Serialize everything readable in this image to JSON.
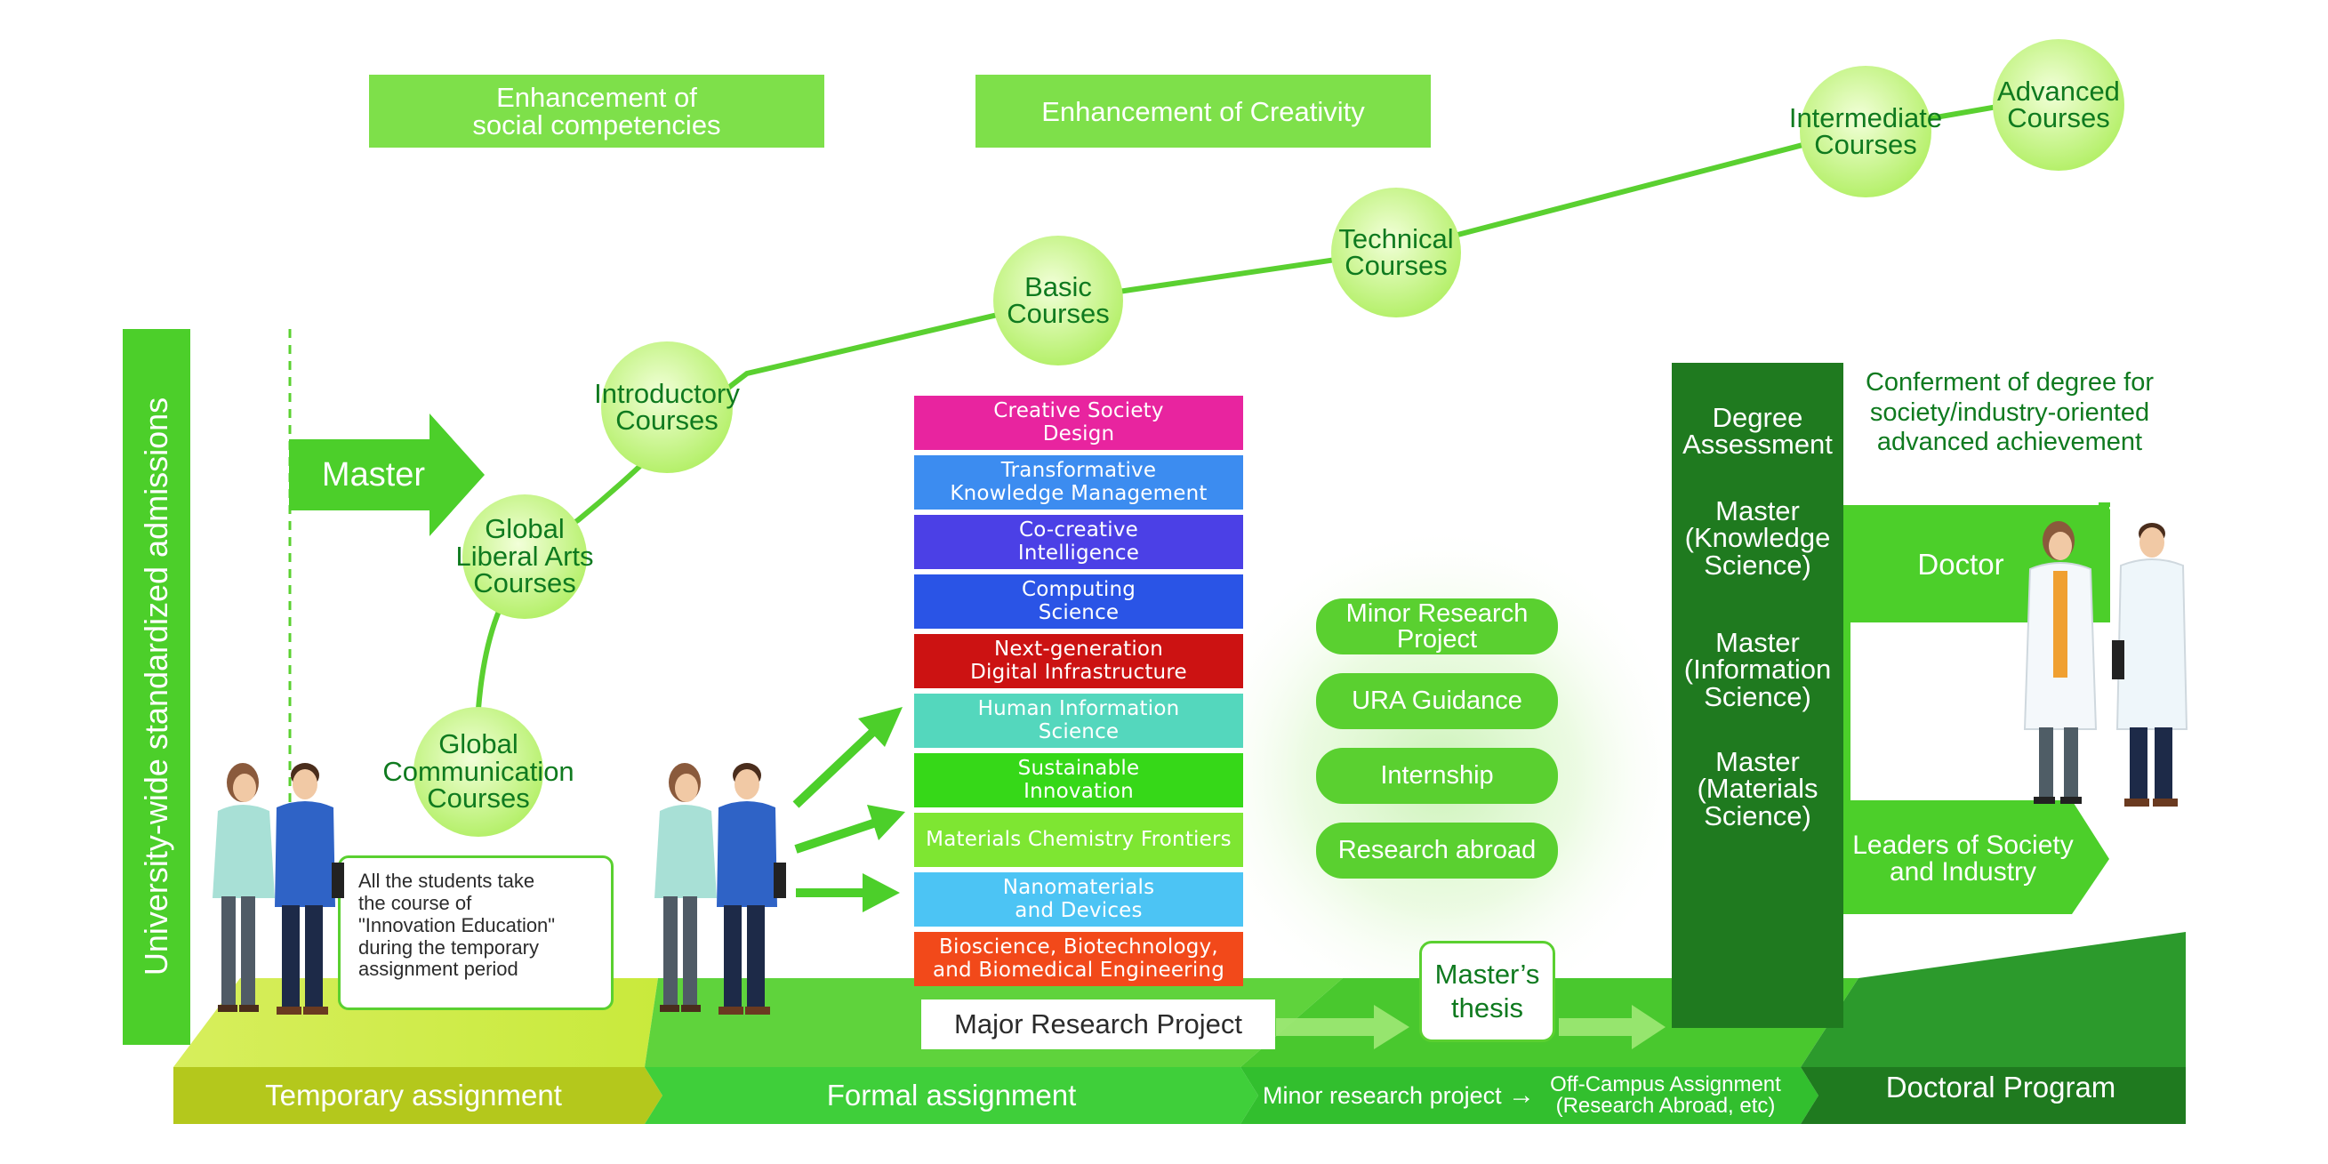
{
  "headers": {
    "social": "Enhancement of\nsocial competencies",
    "creativity": "Enhancement of Creativity"
  },
  "vertical_label": "University-wide standardized admissions",
  "master_arrow": "Master",
  "courses": [
    {
      "label": "Global\nCommunication\nCourses"
    },
    {
      "label": "Global\nLiberal Arts\nCourses"
    },
    {
      "label": "Introductory\nCourses"
    },
    {
      "label": "Basic\nCourses"
    },
    {
      "label": "Technical\nCourses"
    },
    {
      "label": "Intermediate\nCourses"
    },
    {
      "label": "Advanced\nCourses"
    }
  ],
  "departments": [
    {
      "label": "Creative Society\nDesign",
      "color": "#e8249f"
    },
    {
      "label": "Transformative\nKnowledge Management",
      "color": "#3c8cf0"
    },
    {
      "label": "Co-creative\nIntelligence",
      "color": "#4b40e6"
    },
    {
      "label": "Computing\nScience",
      "color": "#2a54e6"
    },
    {
      "label": "Next-generation\nDigital Infrastructure",
      "color": "#cc1212"
    },
    {
      "label": "Human Information\nScience",
      "color": "#54d7bd"
    },
    {
      "label": "Sustainable\nInnovation",
      "color": "#36d818"
    },
    {
      "label": "Materials Chemistry Frontiers",
      "color": "#7ee632"
    },
    {
      "label": "Nanomaterials\nand Devices",
      "color": "#4cc4f4"
    },
    {
      "label": "Bioscience, Biotechnology,\nand Biomedical Engineering",
      "color": "#f2491a"
    }
  ],
  "note": "All the students take\nthe course of\n\"Innovation Education\"\nduring the temporary\nassignment period",
  "pills": [
    "Minor Research\nProject",
    "URA Guidance",
    "Internship",
    "Research abroad"
  ],
  "major_research": "Major Research Project",
  "masters_thesis": "Master’s\nthesis",
  "degree_column": {
    "assessment": "Degree\nAssessment",
    "masters": [
      "Master\n(Knowledge\nScience)",
      "Master\n(Information\nScience)",
      "Master\n(Materials\nScience)"
    ]
  },
  "conferment": "Conferment of degree for\nsociety/industry-oriented\nadvanced achievement",
  "doctor_label": "Doctor",
  "leaders_label": "Leaders of Society\nand Industry",
  "bottom": {
    "temporary": "Temporary assignment",
    "formal": "Formal assignment",
    "minor_prefix": "Minor research project",
    "offcampus": "Off-Campus Assignment\n(Research Abroad, etc)",
    "doctoral": "Doctoral Program"
  },
  "colors": {
    "light_green": "#7ee04a",
    "mid_green": "#4ccf2a",
    "dark_green": "#1f7a1f",
    "text_green": "#0f7a1f"
  }
}
